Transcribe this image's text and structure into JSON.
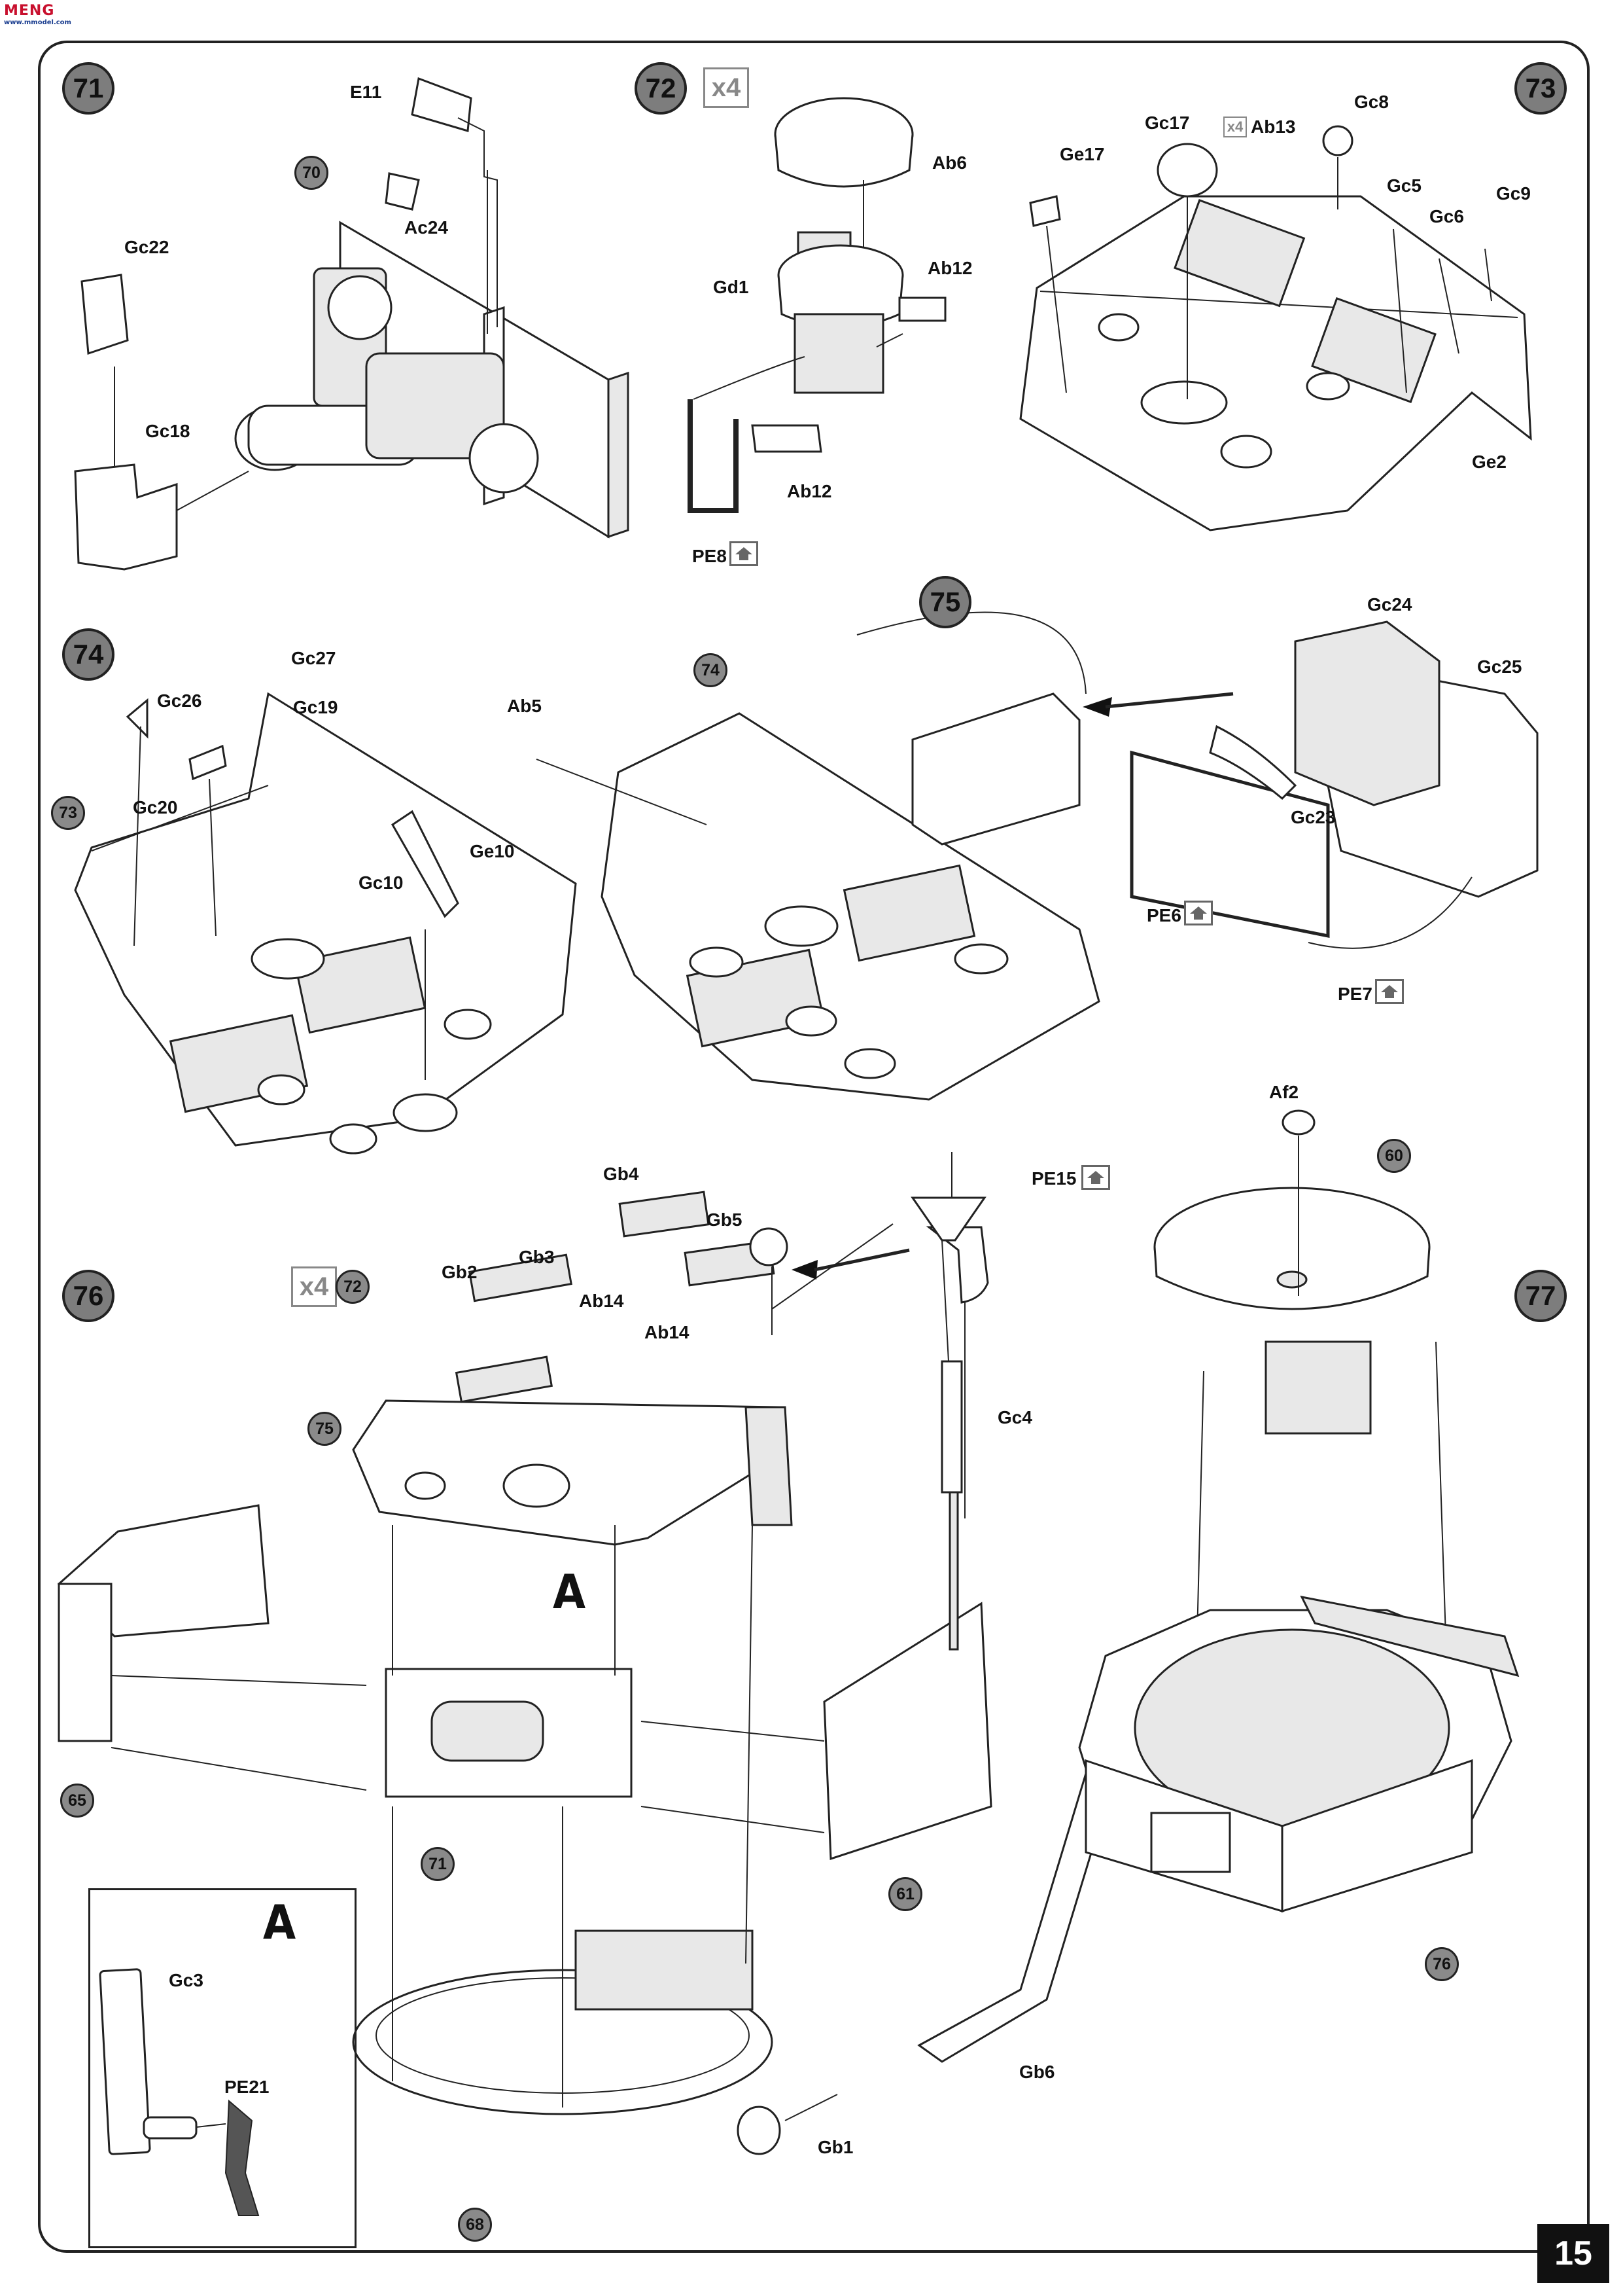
{
  "logo": {
    "brand": "MENG",
    "sub": "www.mmodel.com"
  },
  "page_number": "15",
  "steps": [
    {
      "num": "71"
    },
    {
      "num": "72"
    },
    {
      "num": "73"
    },
    {
      "num": "74"
    },
    {
      "num": "75"
    },
    {
      "num": "76"
    },
    {
      "num": "77"
    }
  ],
  "multipliers": {
    "step72": "x4",
    "ab13": "x4",
    "step76": "x4"
  },
  "detail": {
    "letter": "A",
    "inset_letter": "A"
  },
  "step71": {
    "ref": "70",
    "parts": [
      "E11",
      "Ac24",
      "Gc22",
      "Gc18"
    ]
  },
  "step72": {
    "parts": [
      "Ab6",
      "Gd1",
      "Ab12",
      "Ab12",
      "PE8"
    ]
  },
  "step73": {
    "parts": [
      "Gc17",
      "Ab13",
      "Gc8",
      "Ge17",
      "Gc5",
      "Gc6",
      "Gc9",
      "Ge2"
    ]
  },
  "step74": {
    "ref": "73",
    "parts": [
      "Gc27",
      "Gc26",
      "Gc19",
      "Gc20",
      "Ge10",
      "Gc10"
    ]
  },
  "step75": {
    "ref": "74",
    "parts": [
      "Ab5",
      "Gc24",
      "Gc25",
      "Gc23",
      "PE6",
      "PE7"
    ]
  },
  "step76": {
    "refs": [
      "72",
      "75",
      "65",
      "71",
      "61",
      "68"
    ],
    "parts": [
      "Gb4",
      "Gb5",
      "Gb3",
      "Gb2",
      "Ab14",
      "Ab14",
      "PE15",
      "Gc4",
      "Gc3",
      "PE21",
      "Gb6",
      "Gb1"
    ]
  },
  "step77": {
    "refs": [
      "60",
      "76"
    ],
    "parts": [
      "Af2"
    ]
  },
  "icons": {
    "pe_badge": "photo-etch-icon"
  }
}
